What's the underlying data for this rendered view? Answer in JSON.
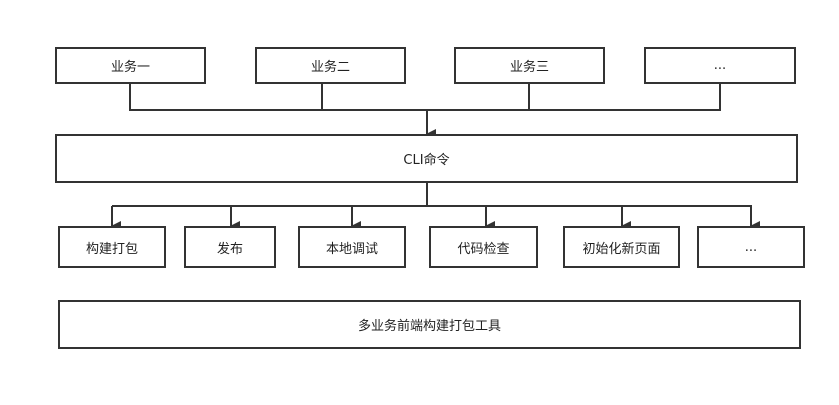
{
  "business": {
    "items": [
      "业务一",
      "业务二",
      "业务三",
      "..."
    ]
  },
  "cli": {
    "label": "CLI命令"
  },
  "commands": {
    "items": [
      "构建打包",
      "发布",
      "本地调试",
      "代码检查",
      "初始化新页面",
      "..."
    ]
  },
  "tool": {
    "label": "多业务前端构建打包工具"
  },
  "colors": {
    "stroke": "#333333",
    "background": "#ffffff",
    "text": "#222222"
  }
}
